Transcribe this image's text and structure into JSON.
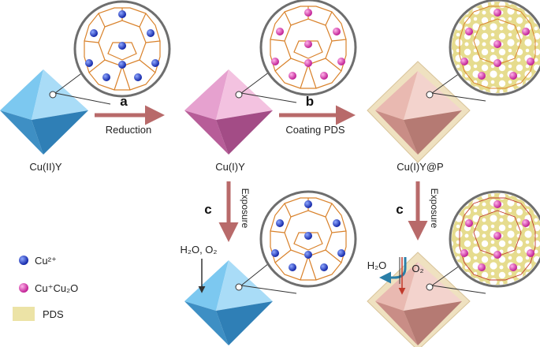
{
  "labels": {
    "cu2y": "Cu(II)Y",
    "cu1y": "Cu(I)Y",
    "cu1yp": "Cu(I)Y@P"
  },
  "steps": {
    "a": {
      "letter": "a",
      "caption": "Reduction"
    },
    "b": {
      "letter": "b",
      "caption": "Coating PDS"
    },
    "c1": {
      "letter": "c",
      "caption": "Exposure"
    },
    "c2": {
      "letter": "c",
      "caption": "Exposure"
    }
  },
  "gases": {
    "left": "H₂O, O₂",
    "h2o": "H₂O",
    "o2": "O₂"
  },
  "legend": {
    "cu2": "Cu²⁺",
    "cu1": "Cu⁺Cu₂O",
    "pds": "PDS"
  },
  "colors": {
    "blue_crystal": "#5fb6e8",
    "pink_crystal": "#d97fb8",
    "peach_crystal": "#e8b4ad",
    "arrow": "#b86a6a",
    "framework": "#d9822b",
    "cu2_ion": "#1f3fbf",
    "cu1_ion": "#e040b0",
    "pds": "#ece3a6",
    "water_arrow": "#2a7fa8",
    "oxygen_arrow": "#c0392b"
  }
}
